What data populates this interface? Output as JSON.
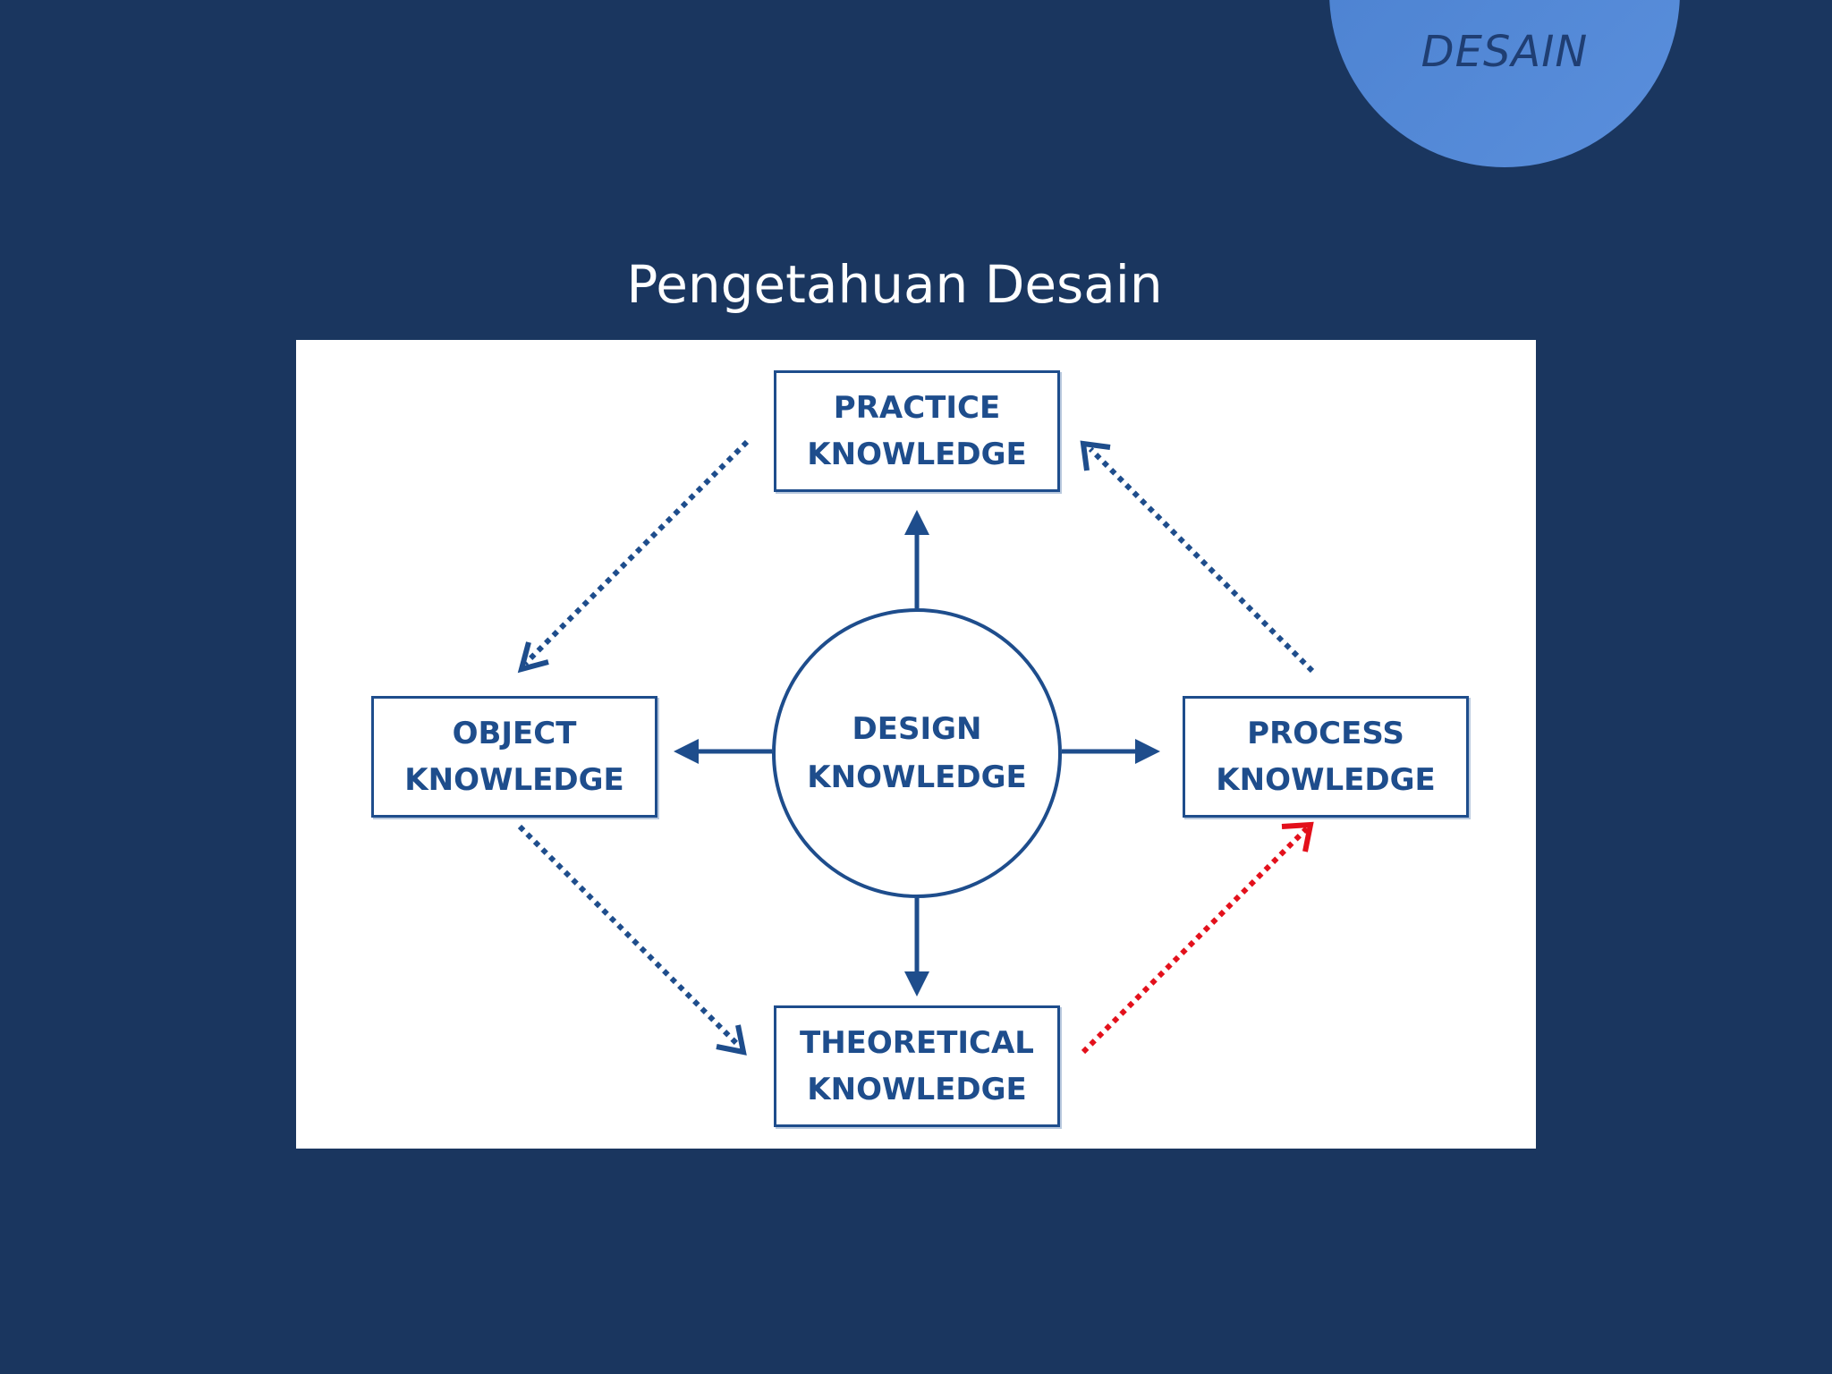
{
  "corner_badge": {
    "label": "DESAIN",
    "color": "#5a8fdc"
  },
  "slide": {
    "title": "Pengetahuan Desain",
    "background": "#1a365f"
  },
  "diagram": {
    "accent_color": "#1e4d8c",
    "highlight_color": "#e3101b",
    "center": {
      "line1": "DESIGN",
      "line2": "KNOWLEDGE"
    },
    "nodes": {
      "practice": {
        "line1": "PRACTICE",
        "line2": "KNOWLEDGE"
      },
      "object": {
        "line1": "OBJECT",
        "line2": "KNOWLEDGE"
      },
      "process": {
        "line1": "PROCESS",
        "line2": "KNOWLEDGE"
      },
      "theoretical": {
        "line1": "THEORETICAL",
        "line2": "KNOWLEDGE"
      }
    }
  }
}
